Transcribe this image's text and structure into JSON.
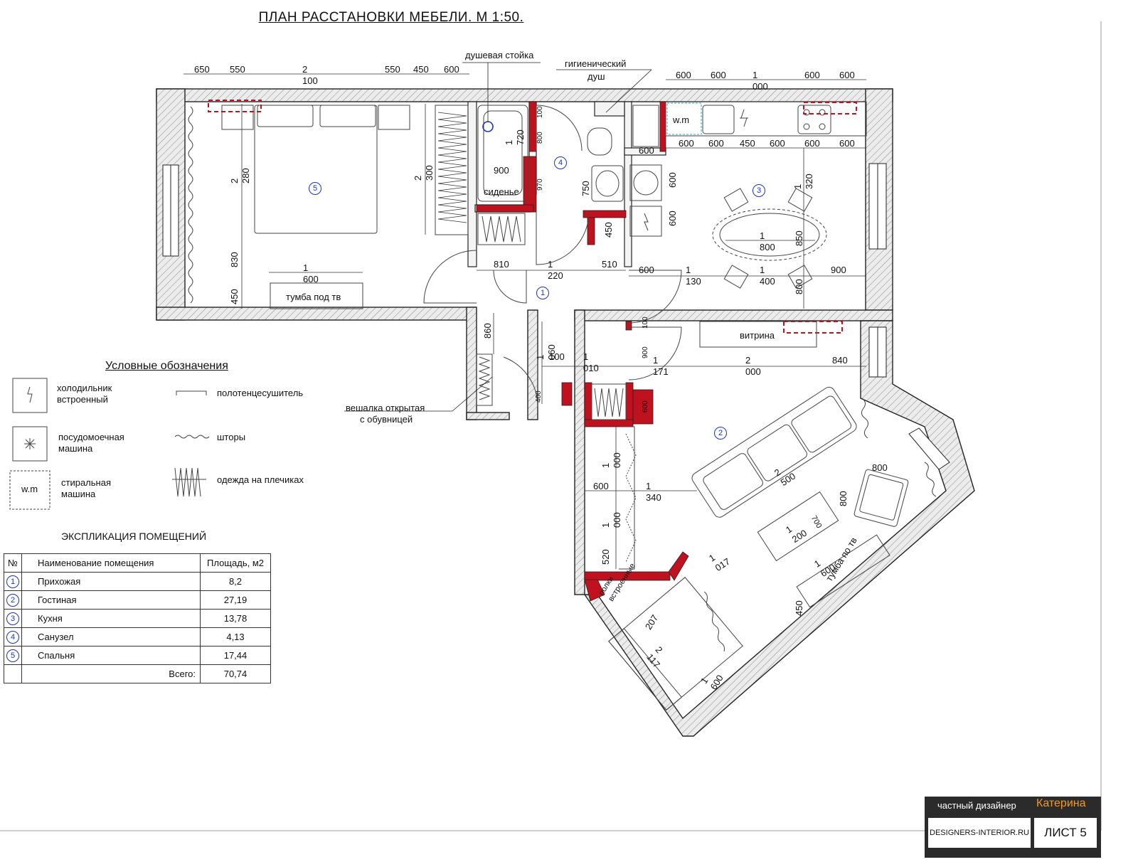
{
  "title": "ПЛАН РАССТАНОВКИ МЕБЕЛИ. М 1:50.",
  "callouts": {
    "shower_rack": "душевая стойка",
    "hygienic_shower_1": "гигиенический",
    "hygienic_shower_2": "душ",
    "hanger_1": "вешалка открытая",
    "hanger_2": "с обувницей",
    "shelves_1": "полки",
    "shelves_2": "встроенные"
  },
  "furniture": {
    "tv_stand_bedroom": "тумба под тв",
    "tv_stand_living": "тумба по тв",
    "display_case": "витрина",
    "bath_seat": "сиденье",
    "washing_machine": "w.m"
  },
  "room_numbers": [
    "1",
    "2",
    "3",
    "4",
    "5"
  ],
  "dimensions": {
    "top_left": [
      "650",
      "550",
      "2 100",
      "550",
      "450",
      "600"
    ],
    "top_kitchen": [
      "600",
      "600",
      "1 000",
      "600",
      "600"
    ],
    "kitchen_below": [
      "600",
      "600",
      "450",
      "600",
      "600",
      "600"
    ],
    "bedroom": [
      "2 280",
      "2 300",
      "830",
      "450",
      "1 600"
    ],
    "bath": [
      "1 720",
      "900",
      "100",
      "800",
      "970",
      "750",
      "450",
      "600",
      "600",
      "600"
    ],
    "hall": [
      "810",
      "1 220",
      "510",
      "600",
      "860",
      "1 060",
      "100",
      "1 010",
      "400",
      "100",
      "900",
      "600"
    ],
    "kitchen_table": [
      "1 320",
      "1 800",
      "850",
      "1 130",
      "1 400",
      "900",
      "800"
    ],
    "living": [
      "1 171",
      "2 000",
      "840",
      "2 500",
      "800",
      "1 200",
      "700",
      "800",
      "1 600",
      "450",
      "1 017",
      "1 000",
      "1 000",
      "520",
      "600",
      "1 340"
    ],
    "bed_living": [
      "207",
      "2 117",
      "1 600"
    ]
  },
  "legend": {
    "title": "Условные обозначения",
    "items": [
      {
        "label_1": "холодильник",
        "label_2": "встроенный",
        "icon": "fridge-icon"
      },
      {
        "label_1": "посудомоечная",
        "label_2": "машина",
        "icon": "dishwasher-icon"
      },
      {
        "label_1": "стиральная",
        "label_2": "машина",
        "icon": "washing-machine-icon",
        "icon_text": "w.m"
      },
      {
        "label_1": "полотенцесушитель",
        "label_2": "",
        "icon": "towel-dryer-icon"
      },
      {
        "label_1": "шторы",
        "label_2": "",
        "icon": "curtains-icon"
      },
      {
        "label_1": "одежда на плечиках",
        "label_2": "",
        "icon": "hanging-clothes-icon"
      }
    ]
  },
  "explication": {
    "title": "ЭКСПЛИКАЦИЯ ПОМЕЩЕНИЙ",
    "headers": [
      "№",
      "Наименование помещения",
      "Площадь, м2"
    ],
    "rows": [
      {
        "num": "1",
        "name": "Прихожая",
        "area": "8,2"
      },
      {
        "num": "2",
        "name": "Гостиная",
        "area": "27,19"
      },
      {
        "num": "3",
        "name": "Кухня",
        "area": "13,78"
      },
      {
        "num": "4",
        "name": "Санузел",
        "area": "4,13"
      },
      {
        "num": "5",
        "name": "Спальня",
        "area": "17,44"
      }
    ],
    "total_label": "Всего:",
    "total_value": "70,74"
  },
  "stamp": {
    "role": "частный дизайнер",
    "name": "Катерина",
    "site": "DESIGNERS-INTERIOR.RU",
    "sheet": "ЛИСТ 5"
  },
  "colors": {
    "wall_fill": "#d9d9d9",
    "new_partition": "#c0121e",
    "room_marker": "#1a33c8",
    "stamp_bg": "#2b2b2b",
    "stamp_name": "#f39a1f"
  }
}
